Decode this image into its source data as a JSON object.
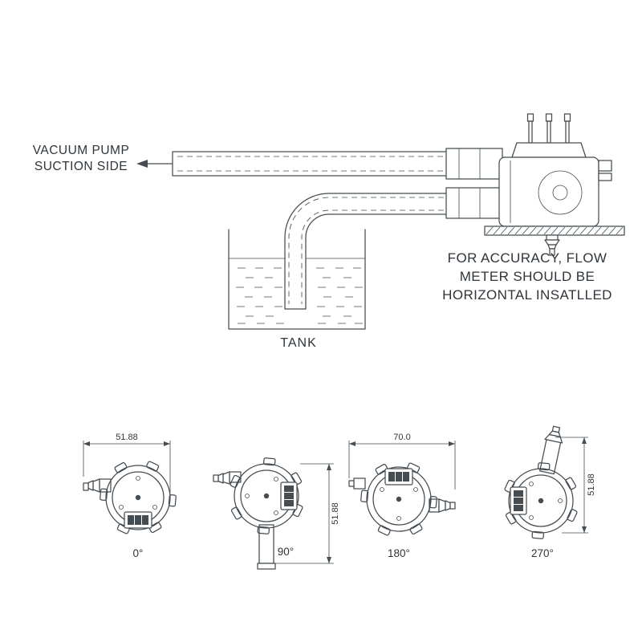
{
  "colors": {
    "line_color": "#454c52",
    "text_color": "#2f353a",
    "background": "#ffffff"
  },
  "schematic": {
    "pump_label_lines": [
      "VACUUM PUMP",
      "SUCTION SIDE"
    ],
    "tank_label": "TANK",
    "note_lines": [
      "FOR ACCURACY, FLOW",
      "METER SHOULD BE",
      "HORIZONTAL INSATLLED"
    ]
  },
  "orientation_views": {
    "items": [
      {
        "angle_label": "0°",
        "dimension_label": "51.88"
      },
      {
        "angle_label": "90°",
        "dimension_label": "51.88"
      },
      {
        "angle_label": "180°",
        "dimension_label": "70.0"
      },
      {
        "angle_label": "270°",
        "dimension_label": "51.88"
      }
    ]
  }
}
